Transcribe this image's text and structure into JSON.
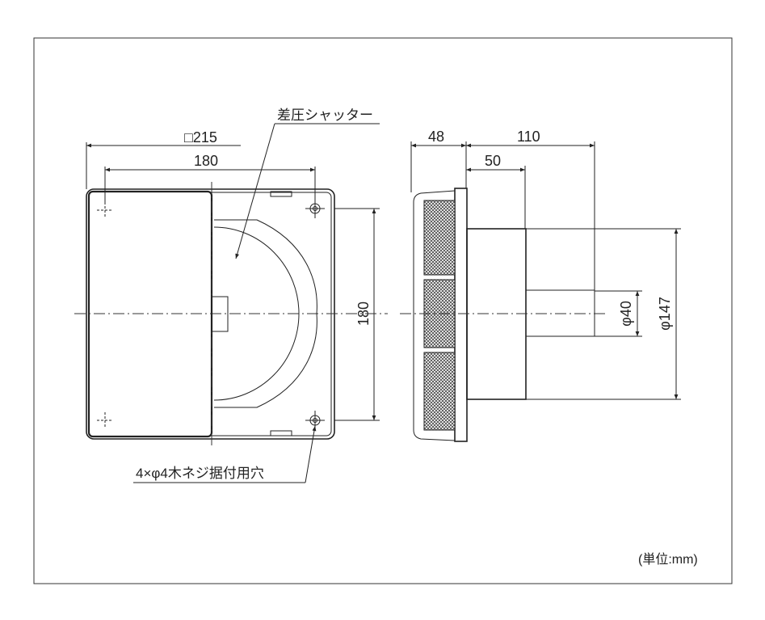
{
  "labels": {
    "shutter": "差圧シャッター",
    "screw_holes": "4×φ4木ネジ据付用穴",
    "unit": "(単位:mm)"
  },
  "front_view": {
    "overall_width": "□215",
    "hole_pitch_horizontal": "180",
    "hole_pitch_vertical": "180"
  },
  "side_view": {
    "grille_depth": "48",
    "projection_length": "110",
    "duct_length": "50",
    "pipe_diameter": "φ40",
    "duct_diameter": "φ147"
  },
  "colors": {
    "line": "#222222",
    "background": "#ffffff"
  }
}
